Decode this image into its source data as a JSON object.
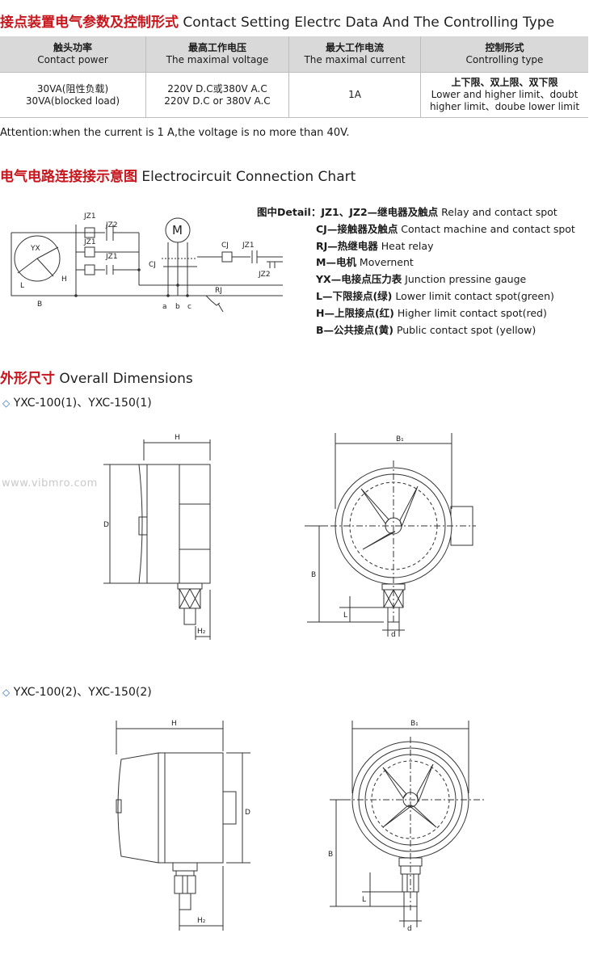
{
  "section1": {
    "title_cn": "接点装置电气参数及控制形式",
    "title_en": "Contact Setting Electrc Data And The Controlling Type"
  },
  "table": {
    "headers": [
      {
        "cn": "触头功率",
        "en": "Contact power"
      },
      {
        "cn": "最高工作电压",
        "en": "The maximal voltage"
      },
      {
        "cn": "最大工作电流",
        "en": "The maximal current"
      },
      {
        "cn": "控制形式",
        "en": "Controlling type"
      }
    ],
    "row": {
      "power": [
        "30VA(阻性负载)",
        "30VA(blocked load)"
      ],
      "voltage": [
        "220V  D.C或380V  A.C",
        "220V  D.C or 380V  A.C"
      ],
      "current": [
        "1A"
      ],
      "control": [
        "上下限、双上限、双下限",
        "Lower and higher limit、doubt",
        "higher limit、doube lower limit"
      ]
    }
  },
  "attention": "Attention:when the current is 1 A,the voltage is no more than 40V.",
  "section2": {
    "title_cn": "电气电路连接接示意图",
    "title_en": "Electrocircuit Connection Chart"
  },
  "circuit": {
    "labels": {
      "jz1_top": "JZ1",
      "jz2_top": "JZ2",
      "jz1_mid": "JZ1",
      "jz1_low": "JZ1",
      "yx": "YX",
      "l": "L",
      "h": "H",
      "b": "B",
      "cj_left": "CJ",
      "m": "M",
      "cj_right": "CJ",
      "jz1_right": "JZ1",
      "jz2_right": "JZ2",
      "rj": "RJ",
      "a": "a",
      "bb": "b",
      "c": "c"
    }
  },
  "detail": {
    "prefix": "图中Detail：",
    "items": [
      {
        "cn": "JZ1、JZ2—继电器及触点",
        "en": " Relay and contact spot"
      },
      {
        "cn": "CJ—接触器及触点",
        "en": " Contact machine and contact spot"
      },
      {
        "cn": "RJ—热继电器",
        "en": " Heat relay"
      },
      {
        "cn": "M—电机",
        "en": " Movernent"
      },
      {
        "cn": "YX—电接点压力表",
        "en": " Junction pressine gauge"
      },
      {
        "cn": "L—下限接点(绿)",
        "en": " Lower limit contact spot(green)"
      },
      {
        "cn": "H—上限接点(红)",
        "en": " Higher limit contact spot(red)"
      },
      {
        "cn": "B—公共接点(黄)",
        "en": " Public contact spot (yellow)"
      }
    ]
  },
  "section3": {
    "title_cn": "外形尺寸",
    "title_en": "Overall Dimensions"
  },
  "model1": {
    "diamond": "◇",
    "text": "YXC-100(1)、YXC-150(1)"
  },
  "model2": {
    "diamond": "◇",
    "text": "YXC-100(2)、YXC-150(2)"
  },
  "watermark": "www.vibmro.com",
  "dims": {
    "h": "H",
    "d": "D",
    "h2": "H₂",
    "b1": "B₁",
    "b": "B",
    "l": "L",
    "dd": "d"
  }
}
